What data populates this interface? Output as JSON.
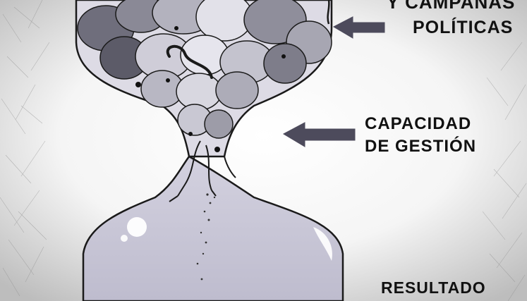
{
  "labels": {
    "top_line_1": "Y CAMPAÑAS",
    "top_line_2": "POLÍTICAS",
    "middle_line_1": "CAPACIDAD",
    "middle_line_2": "DE GESTIÓN",
    "bottom_line": "RESULTADO"
  },
  "colors": {
    "arrow": "#4d4b5c",
    "upper_bulb": "#d9d7e3",
    "lower_bulb": "#c9c7d8",
    "rats_dark": "#7b7a88",
    "rats_light": "#d6d5df",
    "outline": "#1a1a1a"
  },
  "icons": {
    "arrow_top": "arrow-left-icon",
    "arrow_middle": "arrow-left-icon"
  }
}
